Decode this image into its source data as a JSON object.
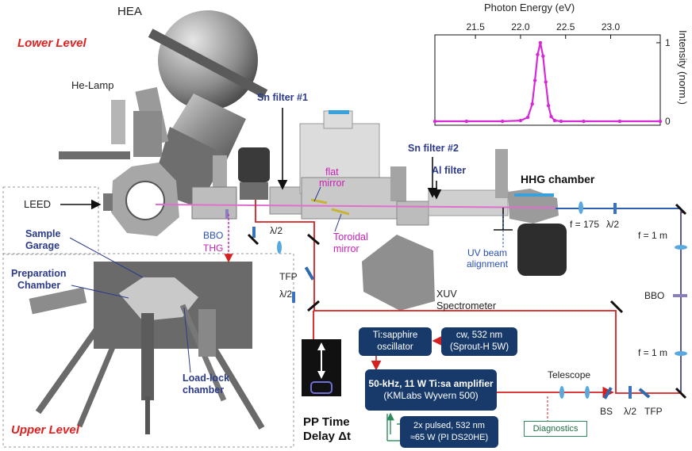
{
  "levels": {
    "lower": "Lower Level",
    "upper": "Upper Level"
  },
  "equipment": {
    "hea": "HEA",
    "he_lamp": "He-Lamp",
    "leed": "LEED",
    "sample_garage": [
      "Sample",
      "Garage"
    ],
    "prep_chamber": [
      "Preparation",
      "Chamber"
    ],
    "load_lock": [
      "Load-lock",
      "chamber"
    ],
    "hhg_chamber": "HHG chamber",
    "xuv_spectrometer": [
      "XUV",
      "Spectrometer"
    ],
    "uv_alignment": [
      "UV beam",
      "alignment"
    ],
    "pp_delay": [
      "PP Time",
      "Delay Δt"
    ]
  },
  "filters": {
    "sn1": "Sn filter #1",
    "sn2": "Sn filter #2",
    "al": "Al filter"
  },
  "mirrors": {
    "flat": [
      "flat",
      "mirror"
    ],
    "toroidal": [
      "Toroidal",
      "mirror"
    ]
  },
  "optics": {
    "bbo_left": "BBO",
    "thg": "THG",
    "lambda2": "λ/2",
    "tfp": "TFP",
    "f175": "f = 175",
    "f1m": "f = 1 m",
    "bbo_right": "BBO",
    "telescope": "Telescope",
    "bs": "BS"
  },
  "boxes": {
    "oscillator": [
      "Ti:sapphire",
      "oscillator"
    ],
    "cw": [
      "cw, 532 nm",
      "(Sprout-H 5W)"
    ],
    "amplifier": [
      "50-kHz, 11 W Ti:sa amplifier",
      "(KMLabs Wyvern 500)"
    ],
    "pulsed": [
      "2x pulsed, 532 nm",
      "≈65 W (PI DS20HE)"
    ],
    "diagnostics": "Diagnostics"
  },
  "colors": {
    "beam_red": "#d42020",
    "beam_blue": "#2b5fb0",
    "xuv_pink": "#e070d0",
    "spectrum": "#d62ad6"
  },
  "chart_data": {
    "type": "line",
    "xlabel": "Photon Energy (eV)",
    "ylabel": "Intensity (norm.)",
    "xlim": [
      21.05,
      23.55
    ],
    "ylim": [
      -0.05,
      1.1
    ],
    "xticks": [
      "21.5",
      "22.0",
      "22.5",
      "23.0"
    ],
    "xtick_values": [
      21.5,
      22.0,
      22.5,
      23.0
    ],
    "yticks": [
      "0",
      "1"
    ],
    "ytick_values": [
      0,
      1
    ],
    "series": [
      {
        "x": [
          21.05,
          21.4,
          21.8,
          22.0,
          22.08,
          22.13,
          22.16,
          22.19,
          22.22,
          22.25,
          22.28,
          22.31,
          22.34,
          22.38,
          22.45,
          22.7,
          23.1,
          23.55
        ],
        "y": [
          0,
          0,
          0,
          0.01,
          0.05,
          0.22,
          0.52,
          0.85,
          1.0,
          0.83,
          0.5,
          0.2,
          0.06,
          0.01,
          0,
          0,
          0,
          0
        ]
      }
    ]
  }
}
